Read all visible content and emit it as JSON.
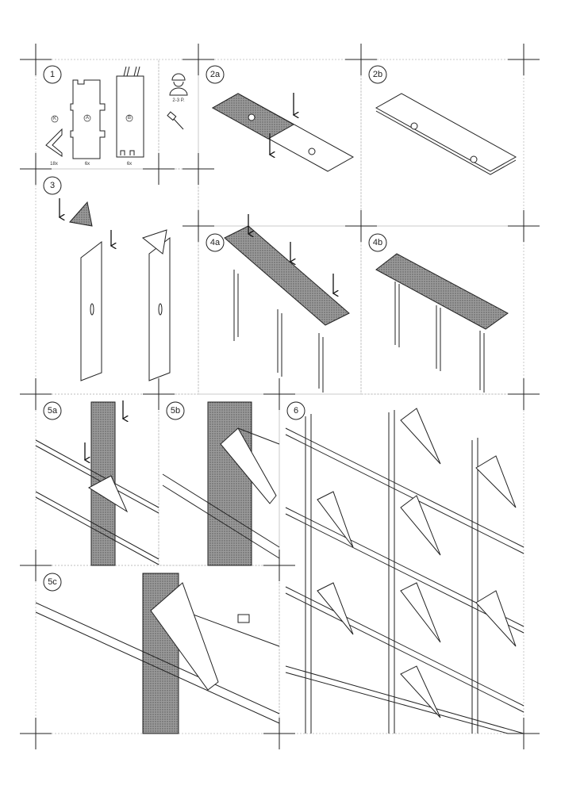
{
  "steps": {
    "s1": "1",
    "s2a": "2a",
    "s2b": "2b",
    "s3": "3",
    "s4a": "4a",
    "s4b": "4b",
    "s5a": "5a",
    "s5b": "5b",
    "s5c": "5c",
    "s6": "6"
  },
  "parts": {
    "k": {
      "label": "K",
      "qty": "18x"
    },
    "a": {
      "label": "A",
      "qty": "6x"
    },
    "b": {
      "label": "B",
      "qty": "6x"
    }
  },
  "requirements": {
    "people": "2-3 P.",
    "people_icon": "worker-icon",
    "tool_icon": "hammer-icon"
  }
}
